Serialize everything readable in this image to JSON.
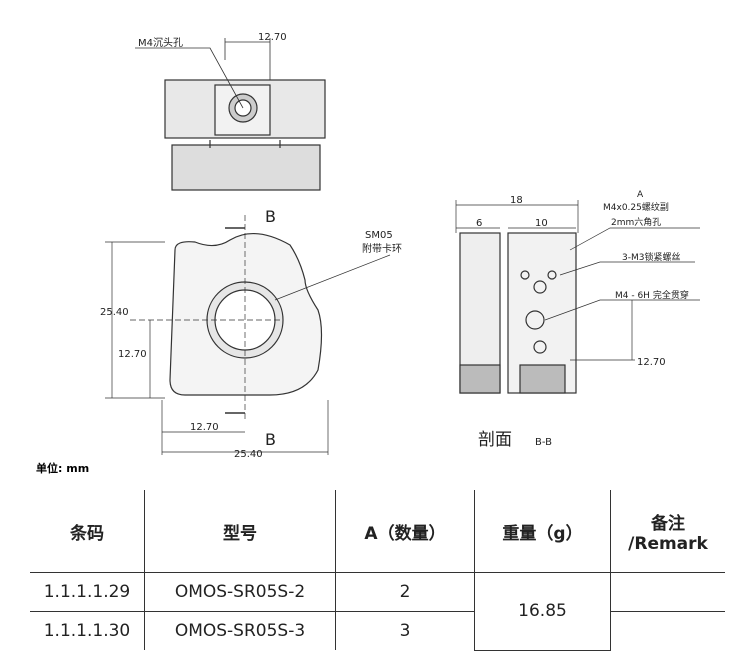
{
  "top_view": {
    "hole_label": "M4沉头孔",
    "dim_width": "12.70"
  },
  "front_view": {
    "ring_label_1": "SM05",
    "ring_label_2": "附带卡环",
    "section_mark_top": "B",
    "section_mark_bottom": "B",
    "dim_height": "25.40",
    "dim_center_y": "12.70",
    "dim_center_x": "12.70",
    "dim_width": "25.40"
  },
  "section_view": {
    "title": "剖面",
    "subtitle": "B-B",
    "dim_total": "18",
    "dim_left": "6",
    "dim_right": "10",
    "dim_height": "12.70",
    "callout_a": "A",
    "callout_thread": "M4x0.25螺纹副",
    "callout_hex": "2mm六角孔",
    "callout_screws": "3-M3锁紧螺丝",
    "callout_through": "M4 - 6H 完全贯穿"
  },
  "unit_label": "单位: mm",
  "table": {
    "headers": [
      "条码",
      "型号",
      "A（数量）",
      "重量（g）",
      "备注\n/Remark"
    ],
    "rows": [
      {
        "barcode": "1.1.1.1.29",
        "model": "OMOS-SR05S-2",
        "qty": "2",
        "weight": "16.85",
        "remark": ""
      },
      {
        "barcode": "1.1.1.1.30",
        "model": "OMOS-SR05S-3",
        "qty": "3",
        "remark": ""
      }
    ]
  }
}
